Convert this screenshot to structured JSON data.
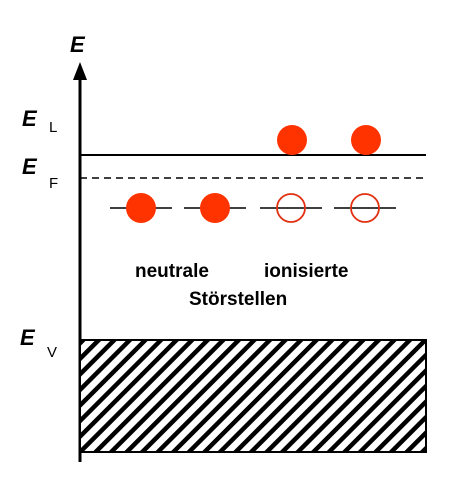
{
  "diagram": {
    "axis_label": "E",
    "levels": {
      "conduction": {
        "symbol": "E",
        "subscript": "L"
      },
      "fermi": {
        "symbol": "E",
        "subscript": "F"
      },
      "valence": {
        "symbol": "E",
        "subscript": "V"
      }
    },
    "captions": {
      "neutral": "neutrale",
      "ionized": "ionisierte",
      "impurities": "Störstellen"
    },
    "colors": {
      "electron": "#ff3300",
      "ion_outline": "#e03010",
      "line": "#000000"
    },
    "icons": {
      "electron": "filled-circle",
      "ionized_donor": "hollow-circle-with-line"
    }
  }
}
